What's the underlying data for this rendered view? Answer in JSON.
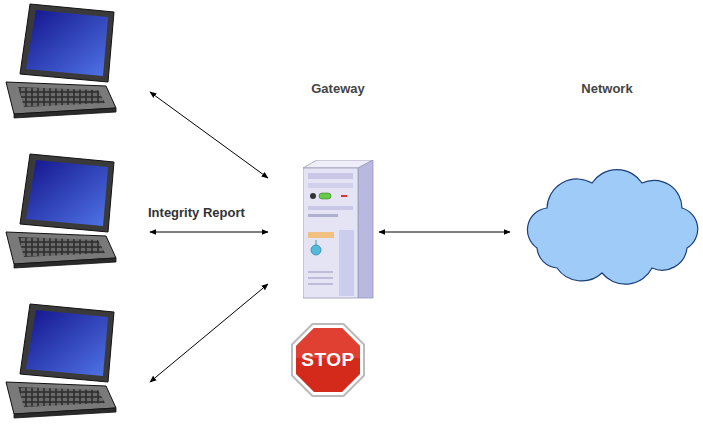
{
  "diagram": {
    "nodes": [
      {
        "text": [
          "Gateway"
        ]
      },
      {
        "text": [
          "Network"
        ]
      },
      {
        "text": [
          "STOP"
        ]
      }
    ],
    "edges": [
      {
        "from": 0,
        "to": 1,
        "arrow": "both"
      }
    ],
    "labels": [
      "Integrity Report"
    ]
  }
}
